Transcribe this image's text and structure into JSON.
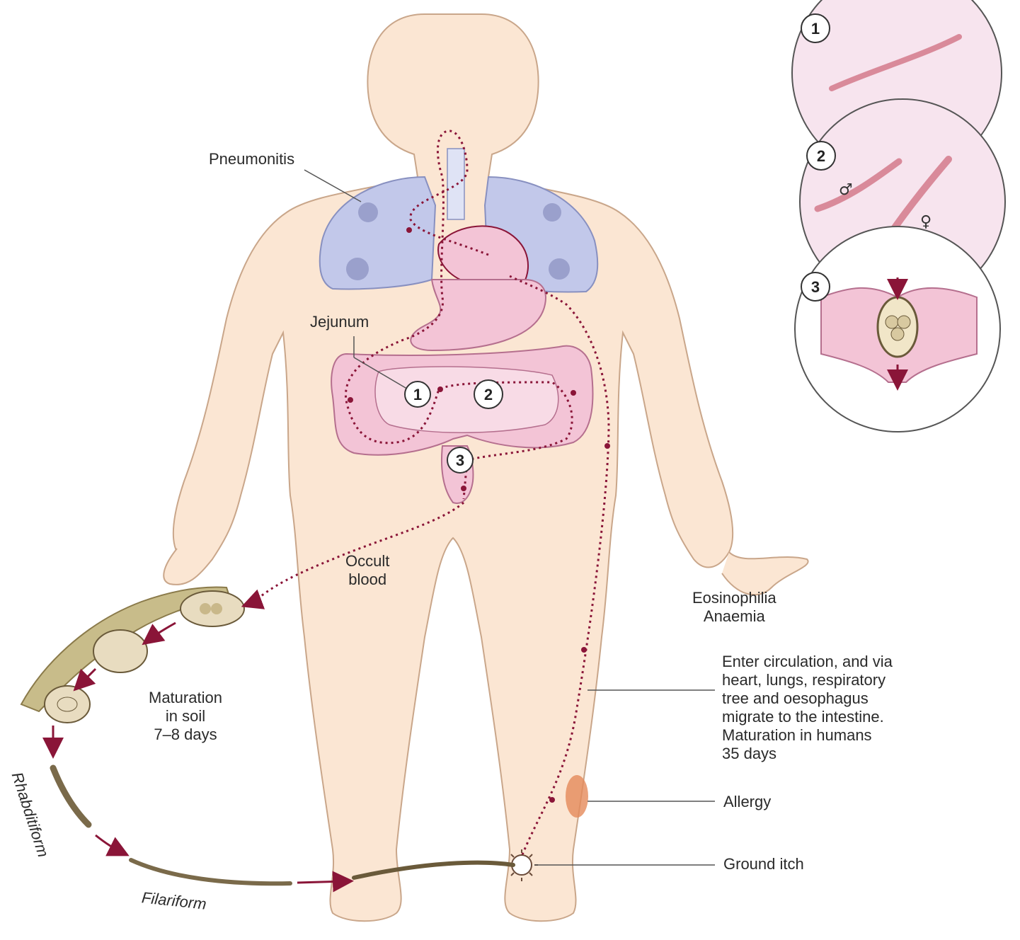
{
  "labels": {
    "pneumonitis": "Pneumonitis",
    "jejunum": "Jejunum",
    "occult_blood": "Occult\nblood",
    "eosinophilia": "Eosinophilia\nAnaemia",
    "circulation": "Enter circulation, and via\nheart, lungs, respiratory\ntree and oesophagus\nmigrate to the intestine.\nMaturation in humans\n35 days",
    "maturation_soil": "Maturation\nin soil\n7–8 days",
    "rhabditiform": "Rhabditiform",
    "filariform": "Filariform",
    "allergy": "Allergy",
    "ground_itch": "Ground itch"
  },
  "markers": {
    "one": "1",
    "two": "2",
    "three": "3",
    "male": "♂",
    "female": "♀"
  },
  "colors": {
    "skin": "#fbe6d3",
    "skin_outline": "#c9a68a",
    "lung": "#c2c8ea",
    "gut": "#f3c4d6",
    "path": "#8a1538",
    "soil": "#9a8a5a"
  }
}
